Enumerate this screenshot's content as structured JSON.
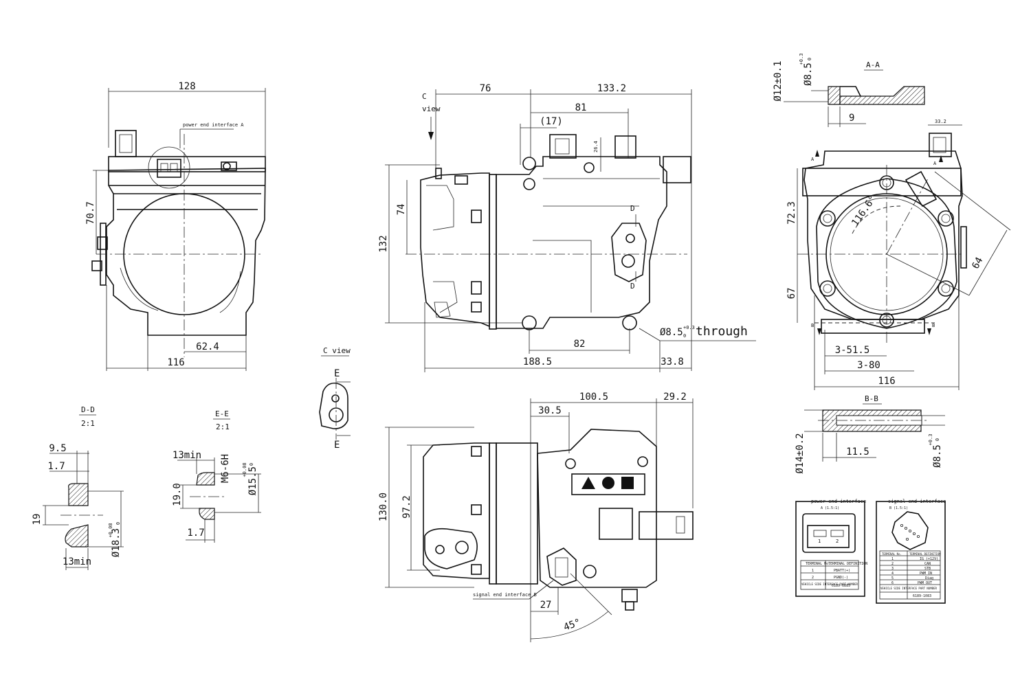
{
  "colors": {
    "line": "#111111",
    "paper": "#ffffff"
  },
  "front_view": {
    "dims": {
      "width_top": "128",
      "height_left": "70.7",
      "base_inner": "62.4",
      "base_width": "116"
    },
    "callout": "power end interface A"
  },
  "side_view": {
    "c_view_arrow": "C",
    "c_view_word": "view",
    "dims": {
      "d76": "76",
      "d133_2": "133.2",
      "d81": "81",
      "d17": "(17)",
      "d26_4": "26.4",
      "d74": "74",
      "d132": "132",
      "d82": "82",
      "d188_5": "188.5",
      "d33_8": "33.8"
    },
    "hole_note": {
      "dia": "Ø8.5",
      "tol_upper": "+0.3",
      "tol_lower": "0",
      "word": "through"
    },
    "section_d_top": "D",
    "section_d_bottom": "D"
  },
  "section_aa": {
    "title": "A-A",
    "dims": {
      "dia12": "Ø12±0.1",
      "dia8_5": "Ø8.5",
      "tol_upper": "+0.3",
      "tol_lower": "0",
      "depth9": "9"
    }
  },
  "end_view": {
    "dims": {
      "d33_2": "33.2",
      "d72_3": "72.3",
      "d67": "67",
      "angle": "116.6°",
      "d64": "64",
      "d3_51_5": "3-51.5",
      "d3_80": "3-80",
      "d116": "116"
    },
    "section_a_left": "A",
    "section_a_right": "A",
    "section_b_left": "B",
    "section_b_right": "B"
  },
  "section_bb": {
    "title": "B-B",
    "dims": {
      "dia14": "Ø14±0.2",
      "depth11_5": "11.5",
      "dia8_5": "Ø8.5",
      "tol_upper": "+0.3",
      "tol_lower": "0"
    }
  },
  "c_view": {
    "title": "C view",
    "e_top": "E",
    "e_bottom": "E"
  },
  "section_dd": {
    "title": "D-D",
    "scale": "2:1",
    "dims": {
      "d9_5": "9.5",
      "d1_7": "1.7",
      "d19": "19",
      "d13min": "13min",
      "dia18_3": "Ø18.3",
      "tol_upper": "+0.08",
      "tol_lower": "0"
    }
  },
  "section_ee": {
    "title": "E-E",
    "scale": "2:1",
    "dims": {
      "d13min": "13min",
      "thread": "M6-6H",
      "d19_0": "19.0",
      "dia15_5": "Ø15.5",
      "tol_upper": "+0.08",
      "tol_lower": "0",
      "d1_7": "1.7"
    }
  },
  "top_view": {
    "dims": {
      "d100_5": "100.5",
      "d29_2": "29.2",
      "d30_5": "30.5",
      "d130_0": "130.0",
      "d97_2": "97.2",
      "d27": "27",
      "angle": "45°"
    },
    "callout": "signal end interface B"
  },
  "power_table": {
    "title": "power end interface",
    "subtitle": "A (1.5:1)",
    "pins": [
      "1",
      "2"
    ],
    "header": [
      "TERMINAL No.",
      "TERMINAL DEFINITION"
    ],
    "rows": [
      [
        "1",
        "PBATT(+)"
      ],
      [
        "2",
        "PGND(-)"
      ]
    ],
    "footer": [
      "VEHICLE SIDE INTERFACE PART NUMBER",
      "6189-6885"
    ]
  },
  "signal_table": {
    "title": "signal end interface",
    "subtitle": "B (1.5:1)",
    "header": [
      "TERMINAL No.",
      "TERMINAL DEFINITION"
    ],
    "rows": [
      [
        "1",
        "IG (+12V)"
      ],
      [
        "2",
        "CAN"
      ],
      [
        "3",
        "STB"
      ],
      [
        "4",
        "PWM IN"
      ],
      [
        "5",
        "Diag"
      ],
      [
        "6",
        "PWM OUT"
      ]
    ],
    "footer": [
      "VEHICLE SIDE INTERFACE PART NUMBER",
      "6189-1083"
    ]
  }
}
